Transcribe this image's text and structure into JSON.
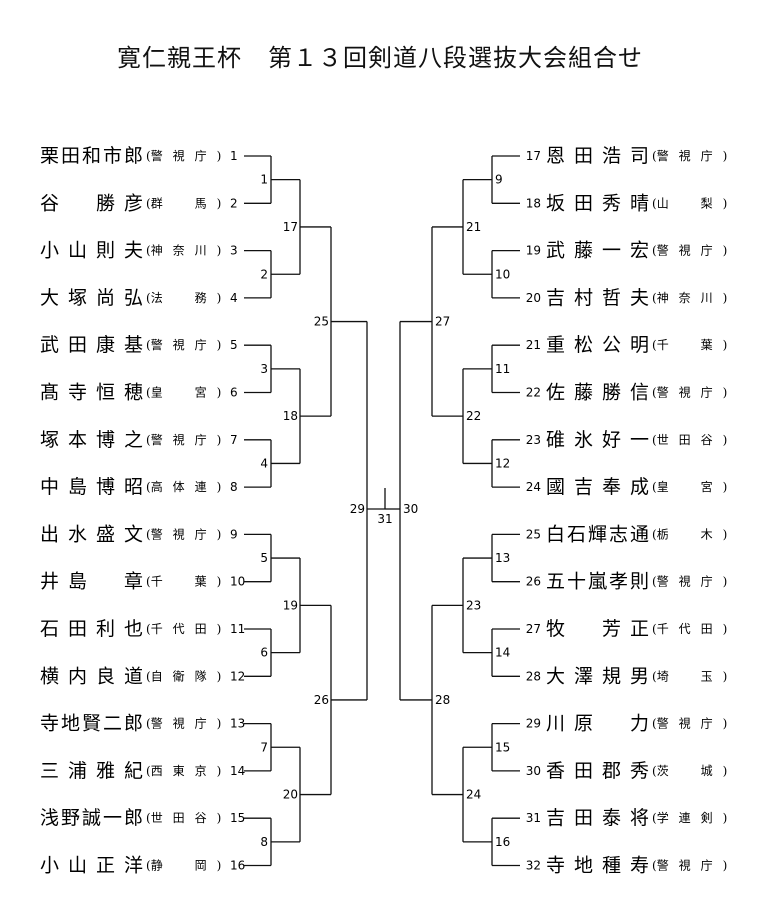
{
  "title": {
    "main": "寛仁親王杯",
    "sub": "第１３回剣道八段選抜大会組合せ"
  },
  "left_players": [
    {
      "seed": "1",
      "name": "栗田和市郎",
      "affiliation": "警視庁"
    },
    {
      "seed": "2",
      "name": "谷　勝彦",
      "affiliation": "群　馬"
    },
    {
      "seed": "3",
      "name": "小山則夫",
      "affiliation": "神奈川"
    },
    {
      "seed": "4",
      "name": "大塚尚弘",
      "affiliation": "法　務"
    },
    {
      "seed": "5",
      "name": "武田康基",
      "affiliation": "警視庁"
    },
    {
      "seed": "6",
      "name": "髙寺恒穂",
      "affiliation": "皇　宮"
    },
    {
      "seed": "7",
      "name": "塚本博之",
      "affiliation": "警視庁"
    },
    {
      "seed": "8",
      "name": "中島博昭",
      "affiliation": "高体連"
    },
    {
      "seed": "9",
      "name": "出水盛文",
      "affiliation": "警視庁"
    },
    {
      "seed": "10",
      "name": "井島　章",
      "affiliation": "千　葉"
    },
    {
      "seed": "11",
      "name": "石田利也",
      "affiliation": "千代田"
    },
    {
      "seed": "12",
      "name": "横内良道",
      "affiliation": "自衛隊"
    },
    {
      "seed": "13",
      "name": "寺地賢二郎",
      "affiliation": "警視庁"
    },
    {
      "seed": "14",
      "name": "三浦雅紀",
      "affiliation": "西東京"
    },
    {
      "seed": "15",
      "name": "浅野誠一郎",
      "affiliation": "世田谷"
    },
    {
      "seed": "16",
      "name": "小山正洋",
      "affiliation": "静　岡"
    }
  ],
  "right_players": [
    {
      "seed": "17",
      "name": "恩田浩司",
      "affiliation": "警視庁"
    },
    {
      "seed": "18",
      "name": "坂田秀晴",
      "affiliation": "山　梨"
    },
    {
      "seed": "19",
      "name": "武藤一宏",
      "affiliation": "警視庁"
    },
    {
      "seed": "20",
      "name": "吉村哲夫",
      "affiliation": "神奈川"
    },
    {
      "seed": "21",
      "name": "重松公明",
      "affiliation": "千　葉"
    },
    {
      "seed": "22",
      "name": "佐藤勝信",
      "affiliation": "警視庁"
    },
    {
      "seed": "23",
      "name": "碓氷好一",
      "affiliation": "世田谷"
    },
    {
      "seed": "24",
      "name": "國吉奉成",
      "affiliation": "皇　宮"
    },
    {
      "seed": "25",
      "name": "白石輝志通",
      "affiliation": "栃　木"
    },
    {
      "seed": "26",
      "name": "五十嵐孝則",
      "affiliation": "警視庁"
    },
    {
      "seed": "27",
      "name": "牧　芳正",
      "affiliation": "千代田"
    },
    {
      "seed": "28",
      "name": "大澤規男",
      "affiliation": "埼　玉"
    },
    {
      "seed": "29",
      "name": "川原　力",
      "affiliation": "警視庁"
    },
    {
      "seed": "30",
      "name": "香田郡秀",
      "affiliation": "茨　城"
    },
    {
      "seed": "31",
      "name": "吉田泰将",
      "affiliation": "学連剣"
    },
    {
      "seed": "32",
      "name": "寺地種寿",
      "affiliation": "警視庁"
    }
  ],
  "match_numbers": {
    "left_round1": [
      "1",
      "2",
      "3",
      "4",
      "5",
      "6",
      "7",
      "8"
    ],
    "right_round1": [
      "9",
      "10",
      "11",
      "12",
      "13",
      "14",
      "15",
      "16"
    ],
    "left_round2": [
      "17",
      "18",
      "19",
      "20"
    ],
    "right_round2": [
      "21",
      "22",
      "23",
      "24"
    ],
    "left_round3": [
      "25",
      "26"
    ],
    "right_round3": [
      "27",
      "28"
    ],
    "left_semi": "29",
    "right_semi": "30",
    "final": "31"
  }
}
